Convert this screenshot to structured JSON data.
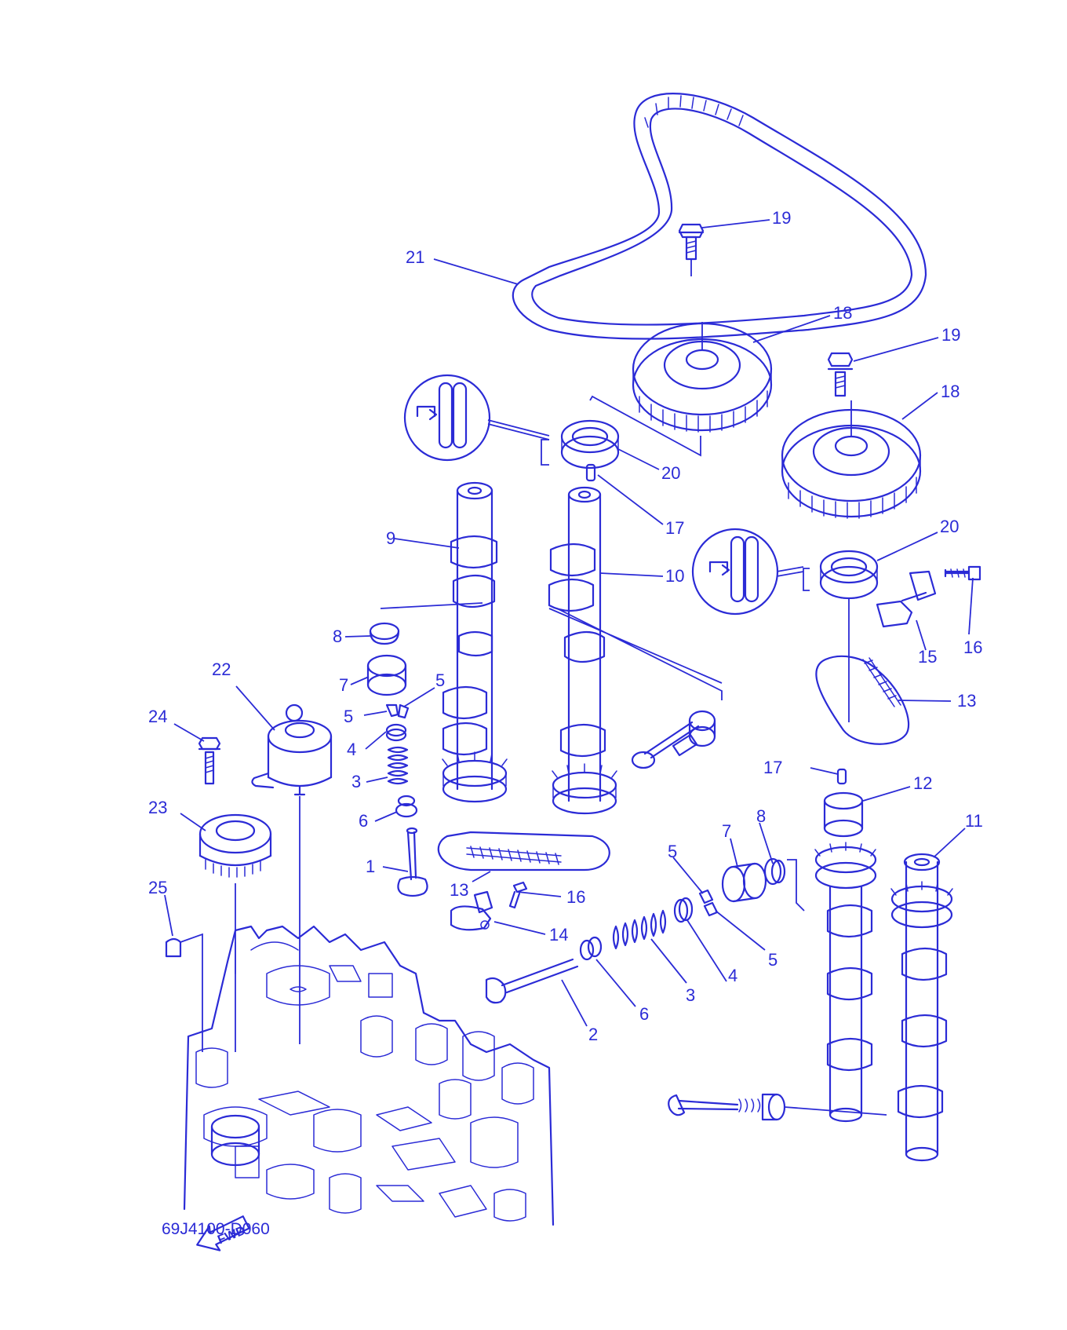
{
  "diagram_code": "69J4100-D060",
  "fwd_label": "FWD",
  "colors": {
    "line": "#2b2bd6",
    "background": "#ffffff"
  },
  "icons": [
    "seal-install-direction-icon",
    "fwd-arrow-icon"
  ],
  "callouts": {
    "l21": "21",
    "l19a": "19",
    "l18a": "18",
    "l19b": "19",
    "l18b": "18",
    "l20a": "20",
    "l17a": "17",
    "l9": "9",
    "l10": "10",
    "l20b": "20",
    "l16a": "16",
    "l15": "15",
    "l13a": "13",
    "l8a": "8",
    "l7a": "7",
    "l5a": "5",
    "l5b": "5",
    "l4a": "4",
    "l3a": "3",
    "l6a": "6",
    "l1": "1",
    "l13b": "13",
    "l16b": "16",
    "l14": "14",
    "l22": "22",
    "l24": "24",
    "l23": "23",
    "l25": "25",
    "l17b": "17",
    "l12": "12",
    "l8b": "8",
    "l7b": "7",
    "l11": "11",
    "l5c": "5",
    "l5d": "5",
    "l4b": "4",
    "l3b": "3",
    "l6b": "6",
    "l2": "2"
  }
}
